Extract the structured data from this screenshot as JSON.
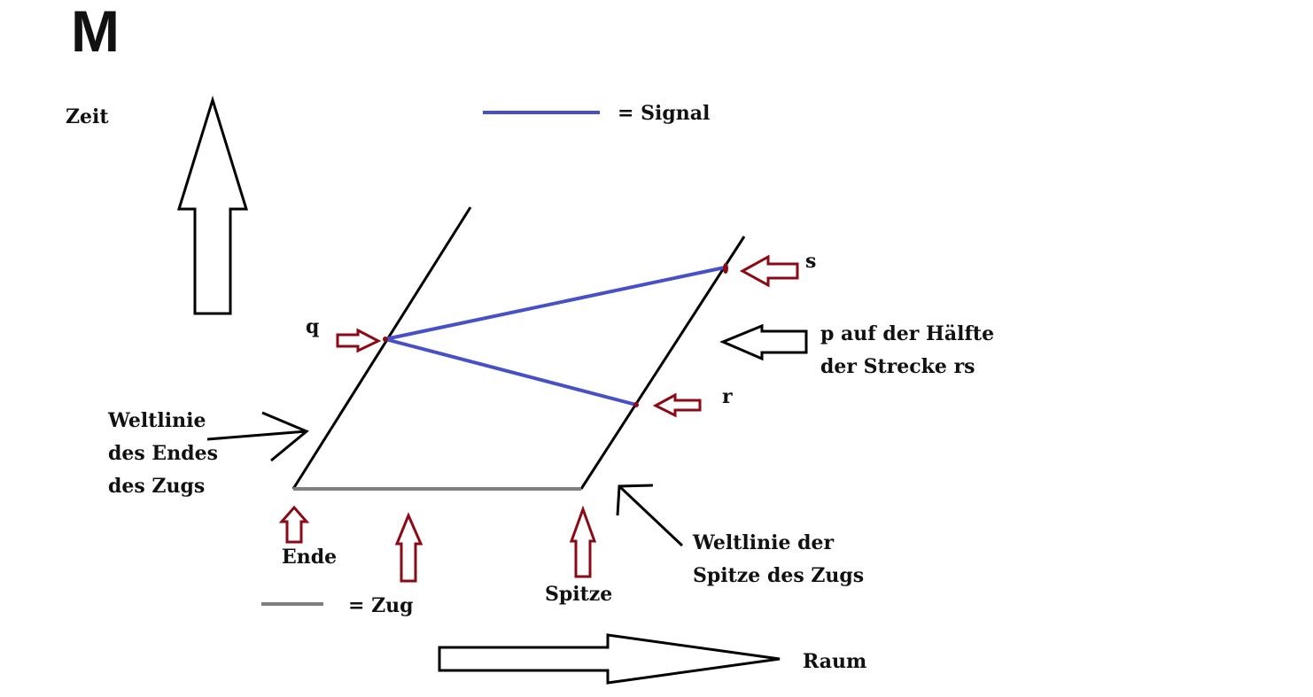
{
  "diagram": {
    "title_mark": "M",
    "axes": {
      "time_label": "Zeit",
      "space_label": "Raum"
    },
    "legend": {
      "signal_label": "= Signal",
      "train_label": "= Zug"
    },
    "events": {
      "q": "q",
      "s": "s",
      "r": "r"
    },
    "annotations": {
      "p_midpoint": "p auf der Hälfte\nder Strecke rs",
      "end_worldline": "Weltlinie\ndes Endes\ndes Zugs",
      "end": "Ende",
      "tip_worldline": "Weltlinie der\nSpitze des Zugs",
      "tip": "Spitze"
    },
    "colors": {
      "signal": "#4650c8",
      "train": "#7f7f7f",
      "marker_arrow": "#8b0a16",
      "worldline": "#000000"
    }
  }
}
